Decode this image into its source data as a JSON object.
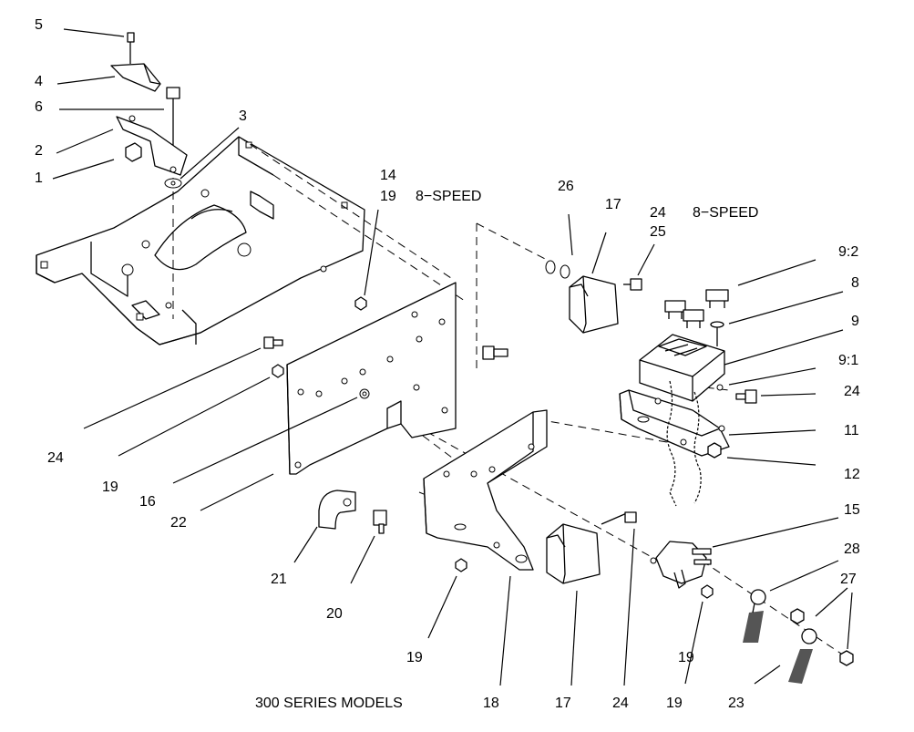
{
  "labels": {
    "series": "300 SERIES MODELS",
    "speed_a": "8−SPEED",
    "speed_b": "8−SPEED",
    "c1": "1",
    "c2": "2",
    "c3": "3",
    "c4": "4",
    "c5": "5",
    "c6": "6",
    "c8": "8",
    "c9": "9",
    "c9_1": "9:1",
    "c9_2": "9:2",
    "c11": "11",
    "c12": "12",
    "c14": "14",
    "c15": "15",
    "c16": "16",
    "c17a": "17",
    "c17b": "17",
    "c18": "18",
    "c19a": "19",
    "c19b": "19",
    "c19c": "19",
    "c19d": "19",
    "c19e": "19",
    "c20": "20",
    "c21": "21",
    "c22": "22",
    "c23": "23",
    "c24a": "24",
    "c24b": "24",
    "c24c": "24",
    "c24d": "24",
    "c25": "25",
    "c26": "26",
    "c27": "27",
    "c28": "28"
  }
}
